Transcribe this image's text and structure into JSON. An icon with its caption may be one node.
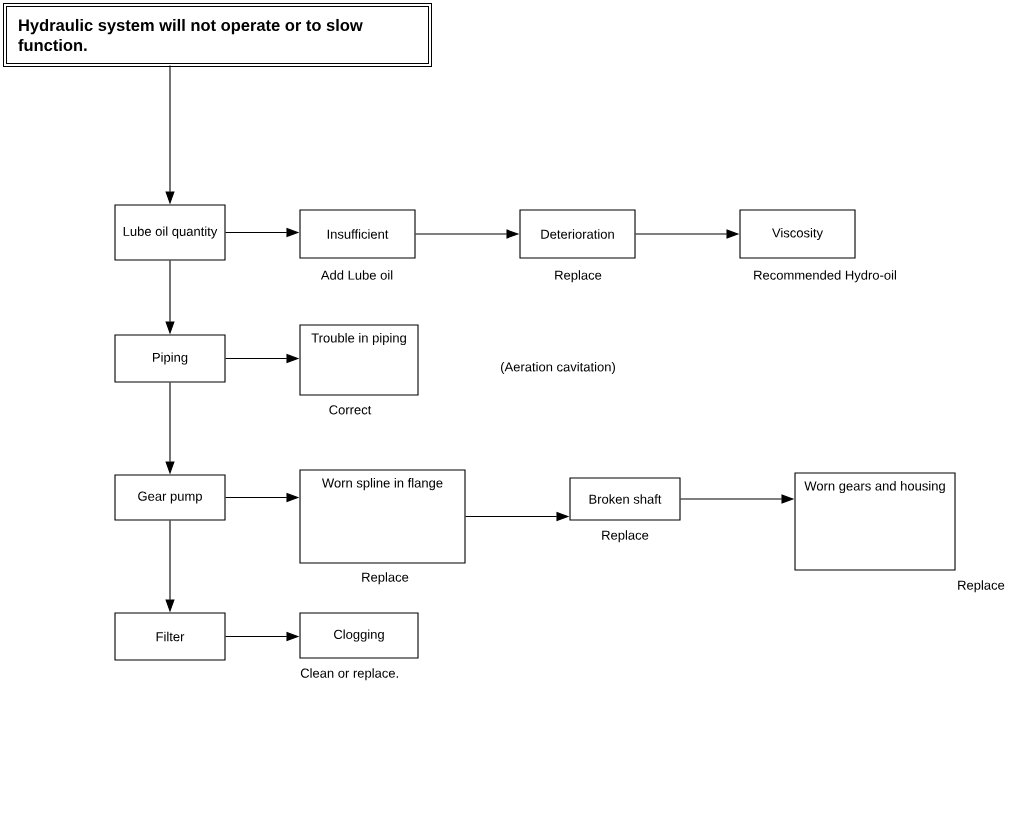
{
  "diagram": {
    "nodes": [
      {
        "text": [
          "Hydraulic system will not operate or to slow function."
        ]
      },
      {
        "text": [
          "Lube oil quantity"
        ]
      },
      {
        "text": [
          "Insufficient"
        ],
        "beside": [
          "Add Lube oil"
        ]
      },
      {
        "text": [
          "Deterioration"
        ],
        "beside": [
          "Replace"
        ]
      },
      {
        "text": [
          "Viscosity"
        ],
        "beside": [
          "Recommended Hydro-oil"
        ]
      },
      {
        "text": [
          "Piping"
        ]
      },
      {
        "text": [
          "Trouble in piping"
        ],
        "beside": [
          "Correct"
        ]
      },
      {
        "text": [
          "Gear pump"
        ]
      },
      {
        "text": [
          "Worn spline in flange"
        ],
        "beside": [
          "Replace"
        ]
      },
      {
        "text": [
          "Broken shaft"
        ],
        "beside": [
          "Replace"
        ]
      },
      {
        "text": [
          "Worn gears and housing"
        ],
        "beside": [
          "Replace"
        ]
      },
      {
        "text": [
          "Filter"
        ]
      },
      {
        "text": [
          "Clogging"
        ],
        "beside": [
          "Clean or replace."
        ]
      }
    ],
    "edges": [
      {
        "from": 0,
        "to": 1,
        "arrow": "to"
      },
      {
        "from": 1,
        "to": 2,
        "arrow": "to"
      },
      {
        "from": 2,
        "to": 3,
        "arrow": "to"
      },
      {
        "from": 3,
        "to": 4,
        "arrow": "to"
      },
      {
        "from": 1,
        "to": 5,
        "arrow": "to"
      },
      {
        "from": 5,
        "to": 6,
        "arrow": "to"
      },
      {
        "from": 5,
        "to": 7,
        "arrow": "to"
      },
      {
        "from": 7,
        "to": 8,
        "arrow": "to"
      },
      {
        "from": 8,
        "to": 9,
        "arrow": "to"
      },
      {
        "from": 9,
        "to": 10,
        "arrow": "to"
      },
      {
        "from": 7,
        "to": 11,
        "arrow": "to"
      },
      {
        "from": 11,
        "to": 12,
        "arrow": "to"
      }
    ],
    "labels": [
      "(Aeration cavitation)"
    ]
  }
}
